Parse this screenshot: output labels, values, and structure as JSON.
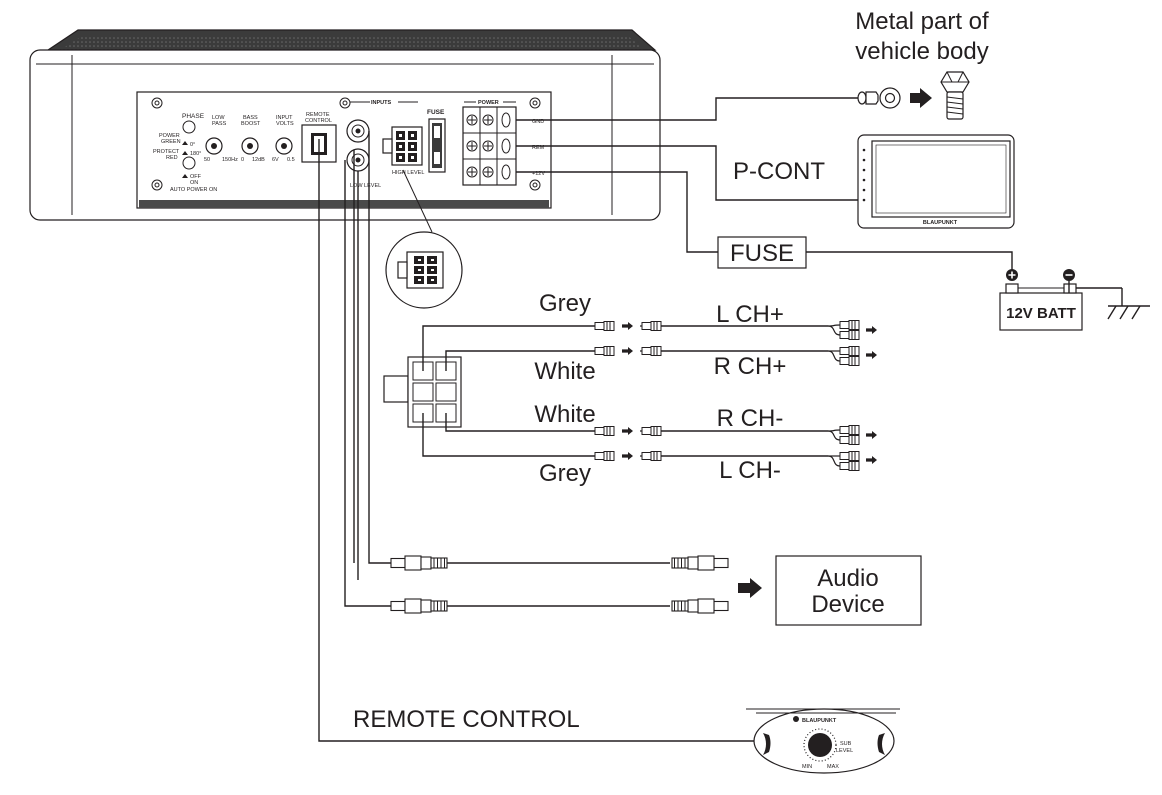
{
  "labels": {
    "metal_part": [
      "Metal part of",
      "vehicle body"
    ],
    "p_cont": "P-CONT",
    "fuse_box": "FUSE",
    "battery": "12V BATT",
    "grey_top": "Grey",
    "white_top": "White",
    "white_bottom": "White",
    "grey_bottom": "Grey",
    "l_ch_plus": "L CH+",
    "r_ch_plus": "R CH+",
    "r_ch_minus": "R CH-",
    "l_ch_minus": "L CH-",
    "audio_device": [
      "Audio",
      "Device"
    ],
    "remote_control": "REMOTE CONTROL"
  },
  "panel": {
    "phase": "PHASE",
    "power_green": [
      "POWER",
      "GREEN"
    ],
    "protect_red": [
      "PROTECT",
      "RED"
    ],
    "deg0": "0°",
    "deg180": "180°",
    "off": "OFF",
    "on": "ON",
    "auto_power_on": "AUTO POWER ON",
    "low_pass": [
      "LOW",
      "PASS"
    ],
    "lp_min": "50",
    "lp_max": "150Hz",
    "bass_boost": [
      "BASS",
      "BOOST"
    ],
    "bb_min": "0",
    "bb_max": "12dB",
    "input_volts": [
      "INPUT",
      "VOLTS"
    ],
    "iv_min": "6V",
    "iv_max": "0.5",
    "remote_control": [
      "REMOTE",
      "CONTROL"
    ],
    "inputs": "INPUTS",
    "fuse": "FUSE",
    "power": "POWER",
    "gnd": "GND",
    "rem": "REM",
    "plus12v": "+12V",
    "low_level": "LOW LEVEL",
    "high_level": "HIGH LEVEL"
  },
  "remote": {
    "brand": "BLAUPUNKT",
    "sub_level": [
      "SUB",
      "LEVEL"
    ],
    "min": "MIN",
    "max": "MAX"
  },
  "headunit": {
    "brand": "BLAUPUNKT"
  }
}
